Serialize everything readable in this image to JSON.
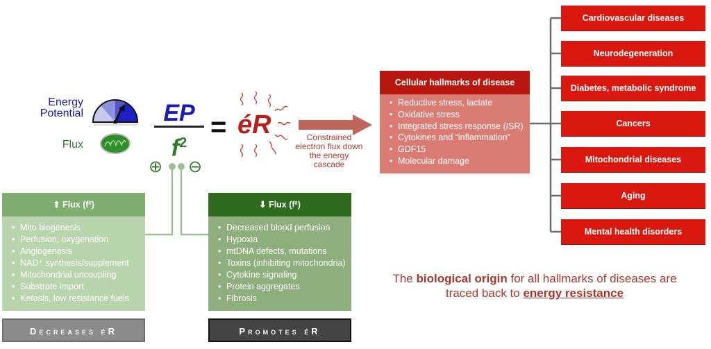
{
  "equation": {
    "energy_potential_label": "Energy Potential",
    "flux_label": "Flux",
    "numerator": "EP",
    "denominator": "f",
    "denominator_exponent": "2",
    "equals": "=",
    "result": "éR",
    "plus_symbol": "⊕",
    "minus_symbol": "⊖",
    "gauge_icon": "energy-gauge-icon",
    "mitochondrion_icon": "mitochondrion-icon"
  },
  "arrow": {
    "caption": "Constrained electron flux down the energy cascade"
  },
  "hallmarks": {
    "title": "Cellular hallmarks of disease",
    "items": [
      "Reductive stress, lactate",
      "Oxidative stress",
      "Integrated stress response (ISR)",
      "Cytokines and “inflammation”",
      "GDF15",
      "Molecular damage"
    ]
  },
  "diseases": [
    "Cardiovascular diseases",
    "Neurodegeneration",
    "Diabetes, metabolic syndrome",
    "Cancers",
    "Mitochondrial diseases",
    "Aging",
    "Mental health disorders"
  ],
  "flux_up": {
    "title": "⬆ Flux (f²)",
    "items": [
      "Mito biogenesis",
      "Perfusion, oxygenation",
      "Angiogenesis",
      "NAD⁺ synthesis/supplement",
      "Mitochondrial uncoupling",
      "Substrate import",
      "Ketosis, low resistance fuels"
    ],
    "tag": "Decreases éR"
  },
  "flux_down": {
    "title": "⬇ Flux (f²)",
    "items": [
      "Decreased blood perfusion",
      "Hypoxia",
      "mtDNA defects, mutations",
      "Toxins (inhibiting mitochondria)",
      "Cytokine signaling",
      "Protein aggregates",
      "Fibrosis"
    ],
    "tag": "Promotes éR"
  },
  "conclusion": {
    "part1": "The ",
    "bold1": "biological origin",
    "part2": " for all hallmarks of diseases are traced back to ",
    "bold2": "energy resistance"
  },
  "colors": {
    "disease_red": "#d9180f",
    "hallmark_header": "#b8170f",
    "hallmark_body": "#d97c74",
    "er_red": "#b3221a",
    "ep_blue": "#1a1ab4",
    "flux_green": "#2f7a2a"
  }
}
